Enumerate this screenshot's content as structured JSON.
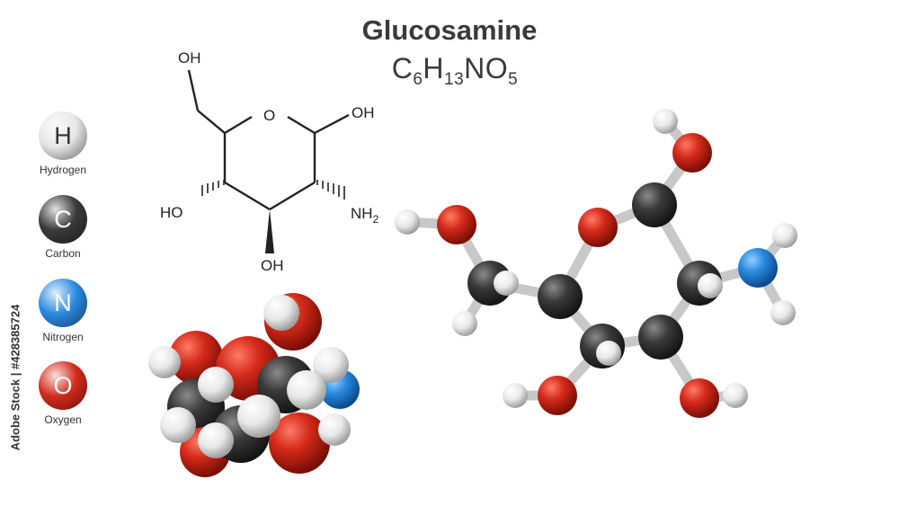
{
  "title": {
    "name": "Glucosamine",
    "formula": {
      "c": "C",
      "c_count": "6",
      "h": "H",
      "h_count": "13",
      "n": "N",
      "o": "O",
      "o_count": "5"
    }
  },
  "legend": [
    {
      "symbol": "H",
      "name": "Hydrogen",
      "color": "#e6e6e6",
      "text_color": "#333333"
    },
    {
      "symbol": "C",
      "name": "Carbon",
      "color": "#3a3a3a",
      "text_color": "#ffffff"
    },
    {
      "symbol": "N",
      "name": "Nitrogen",
      "color": "#2a8ae0",
      "text_color": "#ffffff"
    },
    {
      "symbol": "O",
      "name": "Oxygen",
      "color": "#d42a1a",
      "text_color": "#ffffff"
    }
  ],
  "skeletal_labels": {
    "top_oh": "OH",
    "ring_o": "O",
    "right_oh": "OH",
    "left_ho": "HO",
    "bottom_oh": "OH",
    "nh2": "NH",
    "nh2_sub": "2"
  },
  "watermark": "Adobe Stock | #428385724",
  "colors": {
    "carbon": "#3a3a3a",
    "oxygen": "#d42a1a",
    "nitrogen": "#2a8ae0",
    "hydrogen": "#eeeeee"
  }
}
